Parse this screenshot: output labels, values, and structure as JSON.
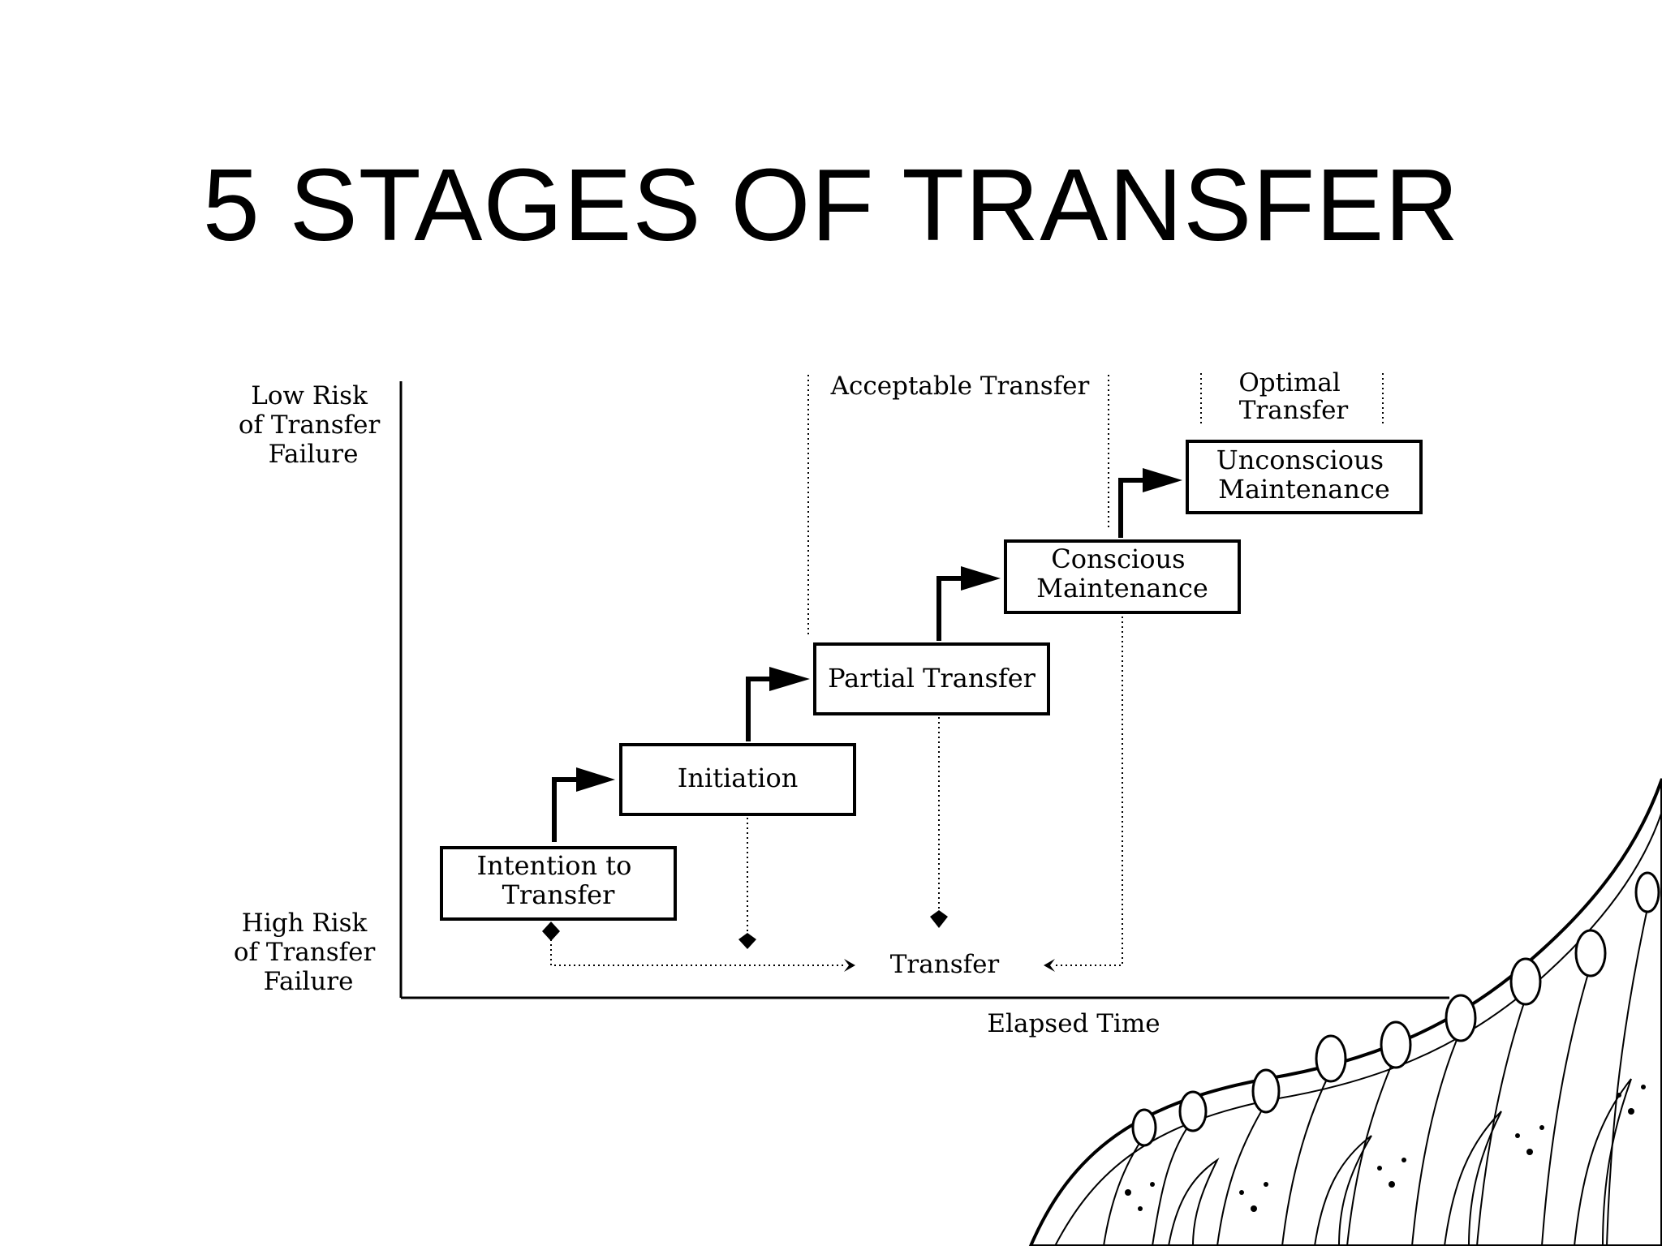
{
  "slide": {
    "title": "5 STAGES OF TRANSFER"
  },
  "axes": {
    "y_top_label": [
      "Low Risk",
      "of Transfer",
      "Failure"
    ],
    "y_bottom_label": [
      "High Risk",
      "of Transfer",
      "Failure"
    ],
    "x_label": "Elapsed Time"
  },
  "regions": {
    "acceptable": "Acceptable Transfer",
    "optimal": [
      "Optimal",
      "Transfer"
    ]
  },
  "stages": [
    {
      "lines": [
        "Intention to",
        "Transfer"
      ]
    },
    {
      "lines": [
        "Initiation"
      ]
    },
    {
      "lines": [
        "Partial Transfer"
      ]
    },
    {
      "lines": [
        "Conscious",
        "Maintenance"
      ]
    },
    {
      "lines": [
        "Unconscious",
        "Maintenance"
      ]
    }
  ],
  "transfer_label": "Transfer",
  "decoration": {
    "corner_illustration": "flower-garden-illustration"
  }
}
